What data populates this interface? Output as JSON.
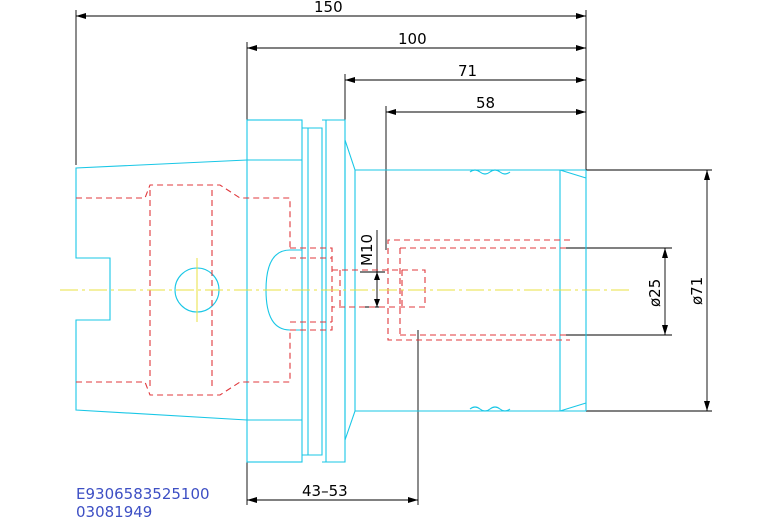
{
  "dimensions": {
    "overall_length": "150",
    "length_100": "100",
    "length_71": "71",
    "length_58": "58",
    "thread": "M10",
    "bore_diameter": "ø25",
    "outer_diameter": "ø71",
    "adjust_range": "43–53"
  },
  "part_code": {
    "line1": "E9306583525100",
    "line2": "03081949"
  },
  "colors": {
    "outline": "#19c7e6",
    "hidden": "#e0383d",
    "centerline": "#e8e040",
    "dimension": "#000000",
    "code_text": "#3d4fc4"
  }
}
